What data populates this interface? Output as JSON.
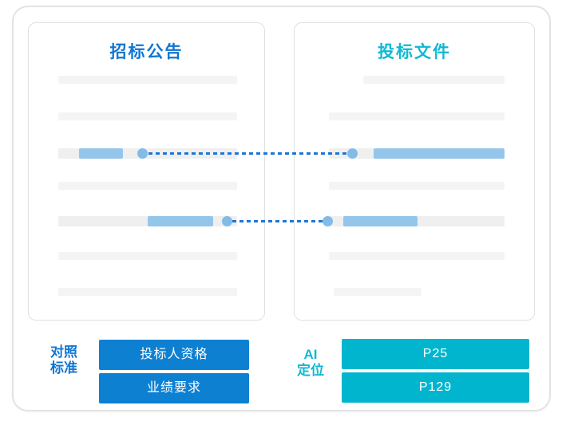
{
  "documents": {
    "left": {
      "title": "招标公告"
    },
    "right": {
      "title": "投标文件"
    }
  },
  "footer": {
    "compare_label": {
      "line1": "对照",
      "line2": "标准"
    },
    "compare_buttons": [
      "投标人资格",
      "业绩要求"
    ],
    "ai_label": {
      "line1": "AI",
      "line2": "定位"
    },
    "ai_buttons": [
      "P25",
      "P129"
    ]
  },
  "colors": {
    "blue_accent": "#0d80d2",
    "teal_accent": "#00b5cd",
    "blue_text": "#1176d2",
    "teal_text": "#0fb9d4",
    "highlight_fill": "#94c6eb",
    "connector_dot": "#82bbe6",
    "connector_dash": "#1c76d9",
    "skeleton_line": "#f4f4f4",
    "skeleton_track": "#efefef",
    "card_border": "#e2e2e2"
  }
}
